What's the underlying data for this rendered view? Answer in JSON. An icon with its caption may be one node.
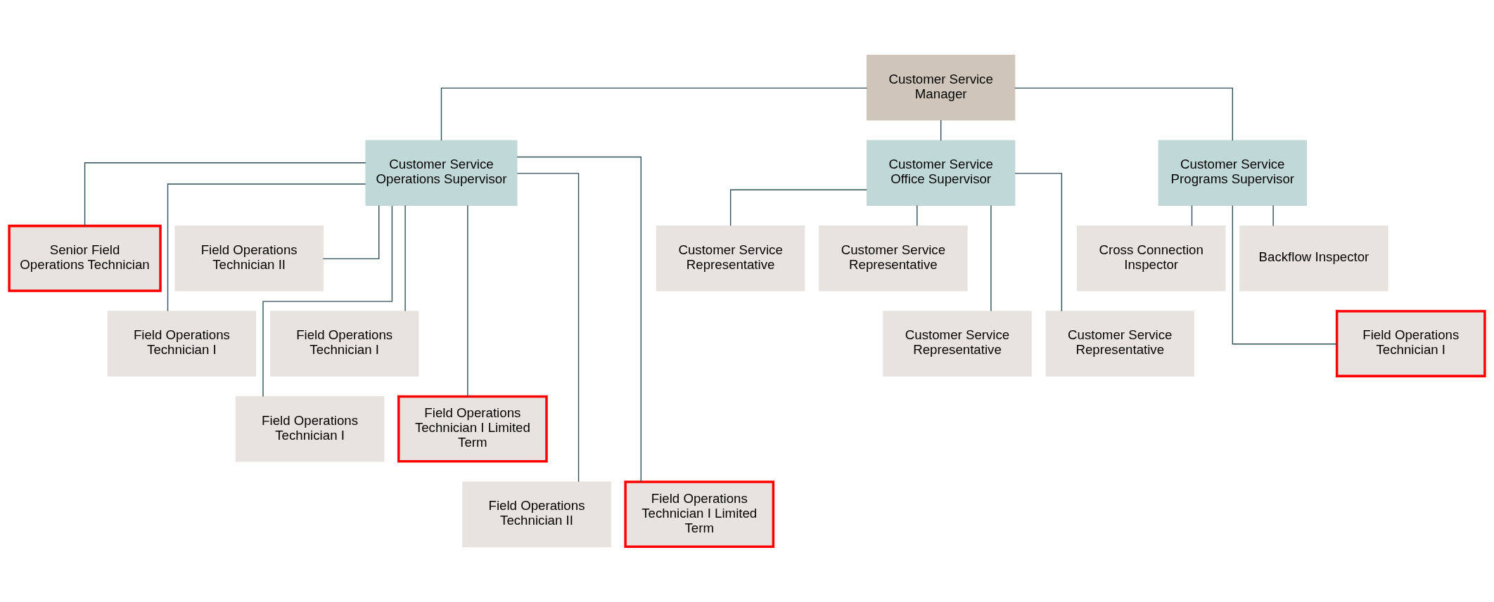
{
  "diagram": {
    "nodes": [
      {
        "text": [
          "Customer Service Manager"
        ]
      },
      {
        "text": [
          "Customer Service Operations Supervisor"
        ]
      },
      {
        "text": [
          "Customer Service Office Supervisor"
        ]
      },
      {
        "text": [
          "Customer Service Programs Supervisor"
        ]
      },
      {
        "text": [
          "Senior Field Operations Technician"
        ]
      },
      {
        "text": [
          "Field Operations Technician II"
        ]
      },
      {
        "text": [
          "Field Operations Technician I"
        ]
      },
      {
        "text": [
          "Field Operations Technician I"
        ]
      },
      {
        "text": [
          "Field Operations Technician I"
        ]
      },
      {
        "text": [
          "Field Operations Technician I Limited Term"
        ]
      },
      {
        "text": [
          "Field Operations Technician II"
        ]
      },
      {
        "text": [
          "Field Operations Technician I Limited Term"
        ]
      },
      {
        "text": [
          "Customer Service Representative"
        ]
      },
      {
        "text": [
          "Customer Service Representative"
        ]
      },
      {
        "text": [
          "Customer Service Representative"
        ]
      },
      {
        "text": [
          "Customer Service Representative"
        ]
      },
      {
        "text": [
          "Cross Connection Inspector"
        ]
      },
      {
        "text": [
          "Backflow Inspector"
        ]
      },
      {
        "text": [
          "Field Operations Technician I"
        ]
      }
    ],
    "edges": [
      {
        "from": 0,
        "to": 1,
        "arrow": "none"
      },
      {
        "from": 0,
        "to": 2,
        "arrow": "none"
      },
      {
        "from": 0,
        "to": 3,
        "arrow": "none"
      },
      {
        "from": 1,
        "to": 4,
        "arrow": "none"
      },
      {
        "from": 1,
        "to": 5,
        "arrow": "none"
      },
      {
        "from": 1,
        "to": 6,
        "arrow": "none"
      },
      {
        "from": 1,
        "to": 7,
        "arrow": "none"
      },
      {
        "from": 1,
        "to": 8,
        "arrow": "none"
      },
      {
        "from": 1,
        "to": 9,
        "arrow": "none"
      },
      {
        "from": 1,
        "to": 10,
        "arrow": "none"
      },
      {
        "from": 1,
        "to": 11,
        "arrow": "none"
      },
      {
        "from": 2,
        "to": 12,
        "arrow": "none"
      },
      {
        "from": 2,
        "to": 13,
        "arrow": "none"
      },
      {
        "from": 2,
        "to": 14,
        "arrow": "none"
      },
      {
        "from": 2,
        "to": 15,
        "arrow": "none"
      },
      {
        "from": 3,
        "to": 16,
        "arrow": "none"
      },
      {
        "from": 3,
        "to": 17,
        "arrow": "none"
      },
      {
        "from": 3,
        "to": 18,
        "arrow": "none"
      }
    ]
  }
}
